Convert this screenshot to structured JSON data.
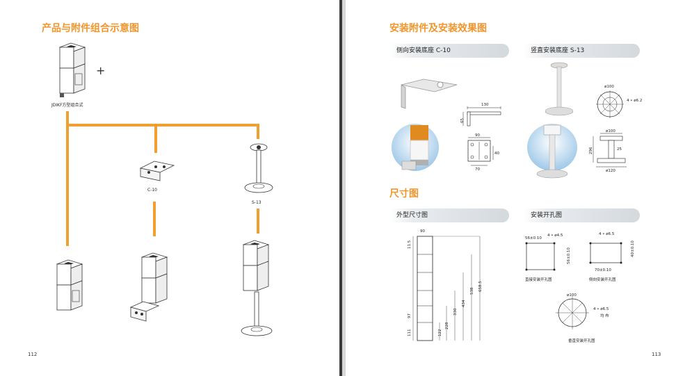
{
  "left": {
    "title": "产品与附件组合示意图",
    "product_label": "JDIKF方型组合式",
    "plus": "+",
    "c10_label": "C-10",
    "s13_label": "S-13",
    "page_number": "112"
  },
  "right": {
    "title": "安装附件及安装效果图",
    "section_side_base": "侧向安装底座 C-10",
    "section_vertical_base": "竖直安装底座 S-13",
    "dimension_title": "尺寸图",
    "section_outline": "外型尺寸图",
    "section_holes": "安装开孔图",
    "page_number": "113",
    "c10_dims": {
      "w130": "130",
      "h65": "65",
      "w90": "90",
      "h40": "40",
      "w70": "70"
    },
    "s13_dims": {
      "d100": "ø100",
      "holes": "4 • ø6.2",
      "d100b": "ø100",
      "h296": "296",
      "h25": "25",
      "d120": "ø120"
    },
    "outline_dims": {
      "w90": "90",
      "h115": "11.5",
      "h97": "97",
      "h111": "111",
      "h122": "122",
      "h228": "228",
      "h330": "330",
      "h434": "434",
      "h538": "538",
      "h658": "658.5"
    },
    "hole_dims": {
      "a_w": "56±0.10",
      "a_holes": "4 • ø4.5",
      "a_h": "56±0.10",
      "a_caption": "直接安装开孔图",
      "b_holes": "4 • ø6.5",
      "b_h": "40±0.10",
      "b_w": "70±0.10",
      "b_caption": "侧向安装开孔图",
      "c_d": "ø100",
      "c_holes": "4 • ø6.5",
      "c_even": "均 布",
      "c_caption": "垂直安装开孔图"
    }
  }
}
